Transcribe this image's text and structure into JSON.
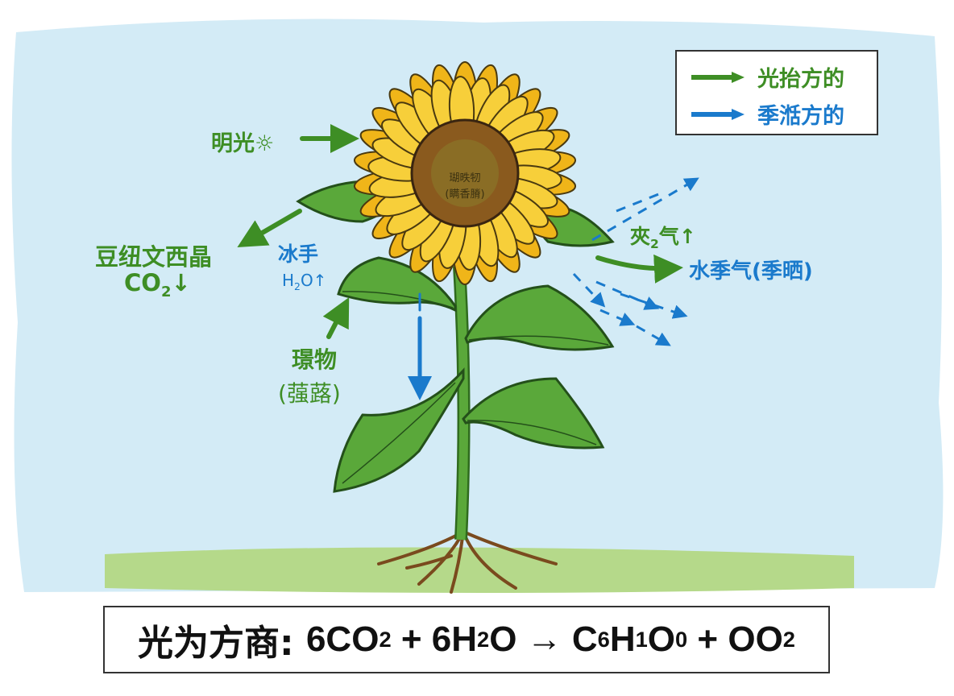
{
  "legend": {
    "items": [
      {
        "label": "光抬方的",
        "color": "#3e8e25"
      },
      {
        "label": "季湉方的",
        "color": "#1a7acc"
      }
    ]
  },
  "labels": {
    "sunlight": "明光",
    "sunlight_icon": "sun-icon",
    "co2_name": "豆纽文西晶",
    "co2_formula": "CO",
    "co2_sub": "2",
    "co2_arrow": "↓",
    "water_name": "冰手",
    "water_formula_h": "H",
    "water_sub": "2",
    "water_formula_o": "O↑",
    "roots_name": "璟物",
    "roots_paren": "(蔃蕗)",
    "oxygen_main": "夾",
    "oxygen_sub": "2",
    "oxygen_rest": "气↑",
    "vapor": "水季气(季晒)",
    "flower_center_line1": "瑚昳牣",
    "flower_center_line2": "(瞒香膌)"
  },
  "equation": {
    "prefix": "光为方商: ",
    "r1": "6CO",
    "r1_sub": "2",
    "plus1": " + ",
    "r2a": "6H",
    "r2_sub": "2",
    "r2b": "O",
    "arrow": " → ",
    "p1a": "C",
    "p1_sub1": "6",
    "p1b": "H",
    "p1_sub2": "1",
    "p1c": "O",
    "p1_sub3": "0",
    "plus2": " + ",
    "p2": "OO",
    "p2_sub": "2"
  },
  "colors": {
    "sky": "#d3ebf6",
    "ground": "#b5d98a",
    "petal": "#f5c322",
    "disc": "#8a5a1e",
    "leaf": "#5aa83a",
    "green_arrow": "#3e8e25",
    "blue_arrow": "#1a7acc"
  }
}
